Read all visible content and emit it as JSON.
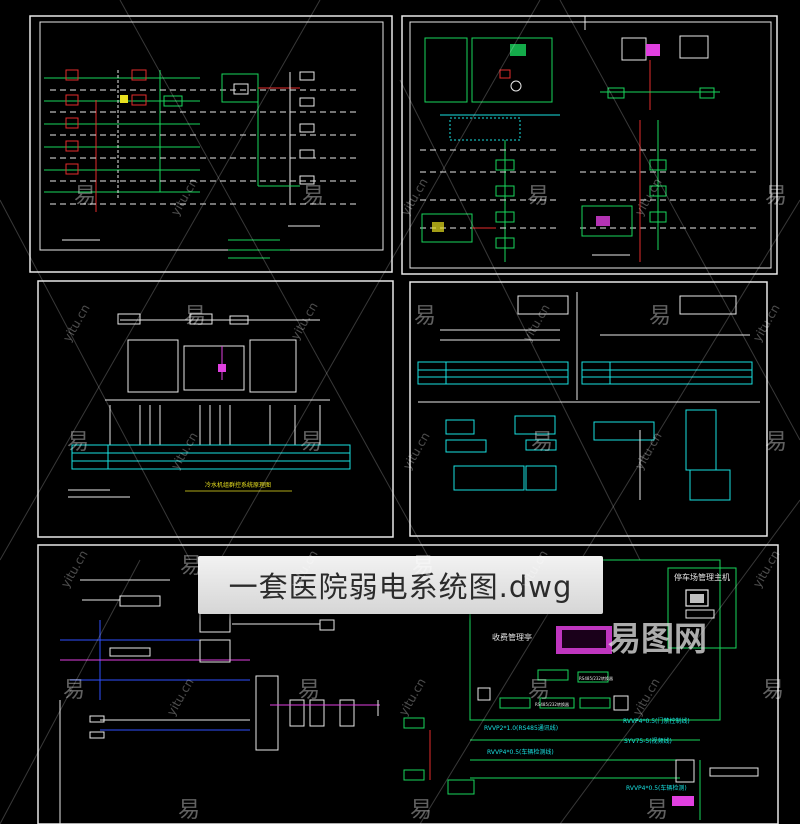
{
  "title": "一套医院弱电系统图.dwg",
  "watermark": {
    "char": "易",
    "site": "yitu.cn",
    "logo": "易图网"
  },
  "colors": {
    "frame": "#e8e8e8",
    "green": "#19d65c",
    "cyan": "#18e0e0",
    "red": "#e52b2b",
    "magenta": "#e040e0",
    "yellow": "#e8e020",
    "blue": "#3050ff",
    "white": "#f0f0f0",
    "bg": "#000000"
  },
  "panel4_bottom": {
    "tag_parking_host": "停车场管理主机",
    "tag_toll_booth": "收费管理亭",
    "cable_1": "RVVP2*1.0(RS485通讯线)",
    "cable_2": "RVVP4*0.5(门禁控制线)",
    "cable_3": "RVVP4*0.5(车辆检测线)",
    "cable_4": "SYV75-5(视频线)",
    "cable_5": "RVVP4*0.5(车辆检测)",
    "conv_1": "RS485/232转换器",
    "conv_2": "RS485/232转换器"
  },
  "panel3_caption": "冷水机组群控系统原理图"
}
